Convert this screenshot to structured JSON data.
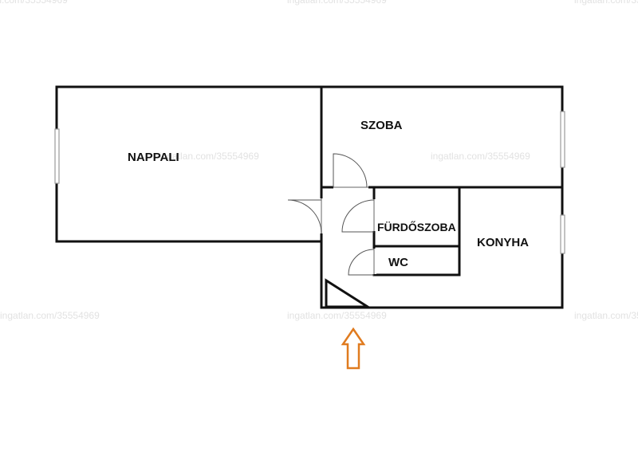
{
  "rooms": {
    "nappali": "NAPPALI",
    "szoba": "SZOBA",
    "furdoszoba": "FÜRDŐSZOBA",
    "konyha": "KONYHA",
    "wc": "WC"
  },
  "watermark": "ingatlan.com/35554969",
  "colors": {
    "wall": "#111111",
    "entrance_arrow": "#e07b1f",
    "watermark": "#e2e2e2"
  },
  "icons": {
    "entrance": "entrance-arrow-icon",
    "door": "door-swing-icon",
    "stairs": "stair-triangle-icon"
  }
}
